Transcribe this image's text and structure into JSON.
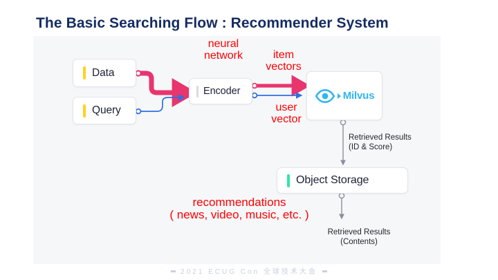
{
  "slide": {
    "title": "The Basic Searching Flow : Recommender System"
  },
  "colors": {
    "title_navy": "#152C62",
    "canvas_bg": "#F6F7F9",
    "accent_yellow": "#FFD21E",
    "accent_gray": "#D8DBE2",
    "accent_green": "#2EE6A8",
    "flow_pink": "#E8356D",
    "flow_blue": "#2E6FE0",
    "wire_gray": "#8A8F9A",
    "annot_red": "#FF0000",
    "milvus_blue": "#32B5F0",
    "footer_gray": "#C9D0E0"
  },
  "nodes": [
    {
      "id": "data",
      "label": "Data",
      "accent": "yellow"
    },
    {
      "id": "query",
      "label": "Query",
      "accent": "yellow"
    },
    {
      "id": "encoder",
      "label": "Encoder",
      "accent": "gray"
    },
    {
      "id": "milvus",
      "label": "Milvus",
      "accent": "none"
    },
    {
      "id": "objstore",
      "label": "Object Storage",
      "accent": "green"
    }
  ],
  "annotations": {
    "neural_network": "neural\nnetwork",
    "item_vectors": "item\nvectors",
    "user_vector": "user\nvector",
    "recommendations": "recommendations\n( news, video, music, etc. )",
    "retrieved_results_id": "Retrieved Results\n(ID & Score)",
    "retrieved_results_contents": "Retrieved Results\n(Contents)"
  },
  "footer": {
    "text": "2021  ECUG  Con  全球技术大会"
  }
}
